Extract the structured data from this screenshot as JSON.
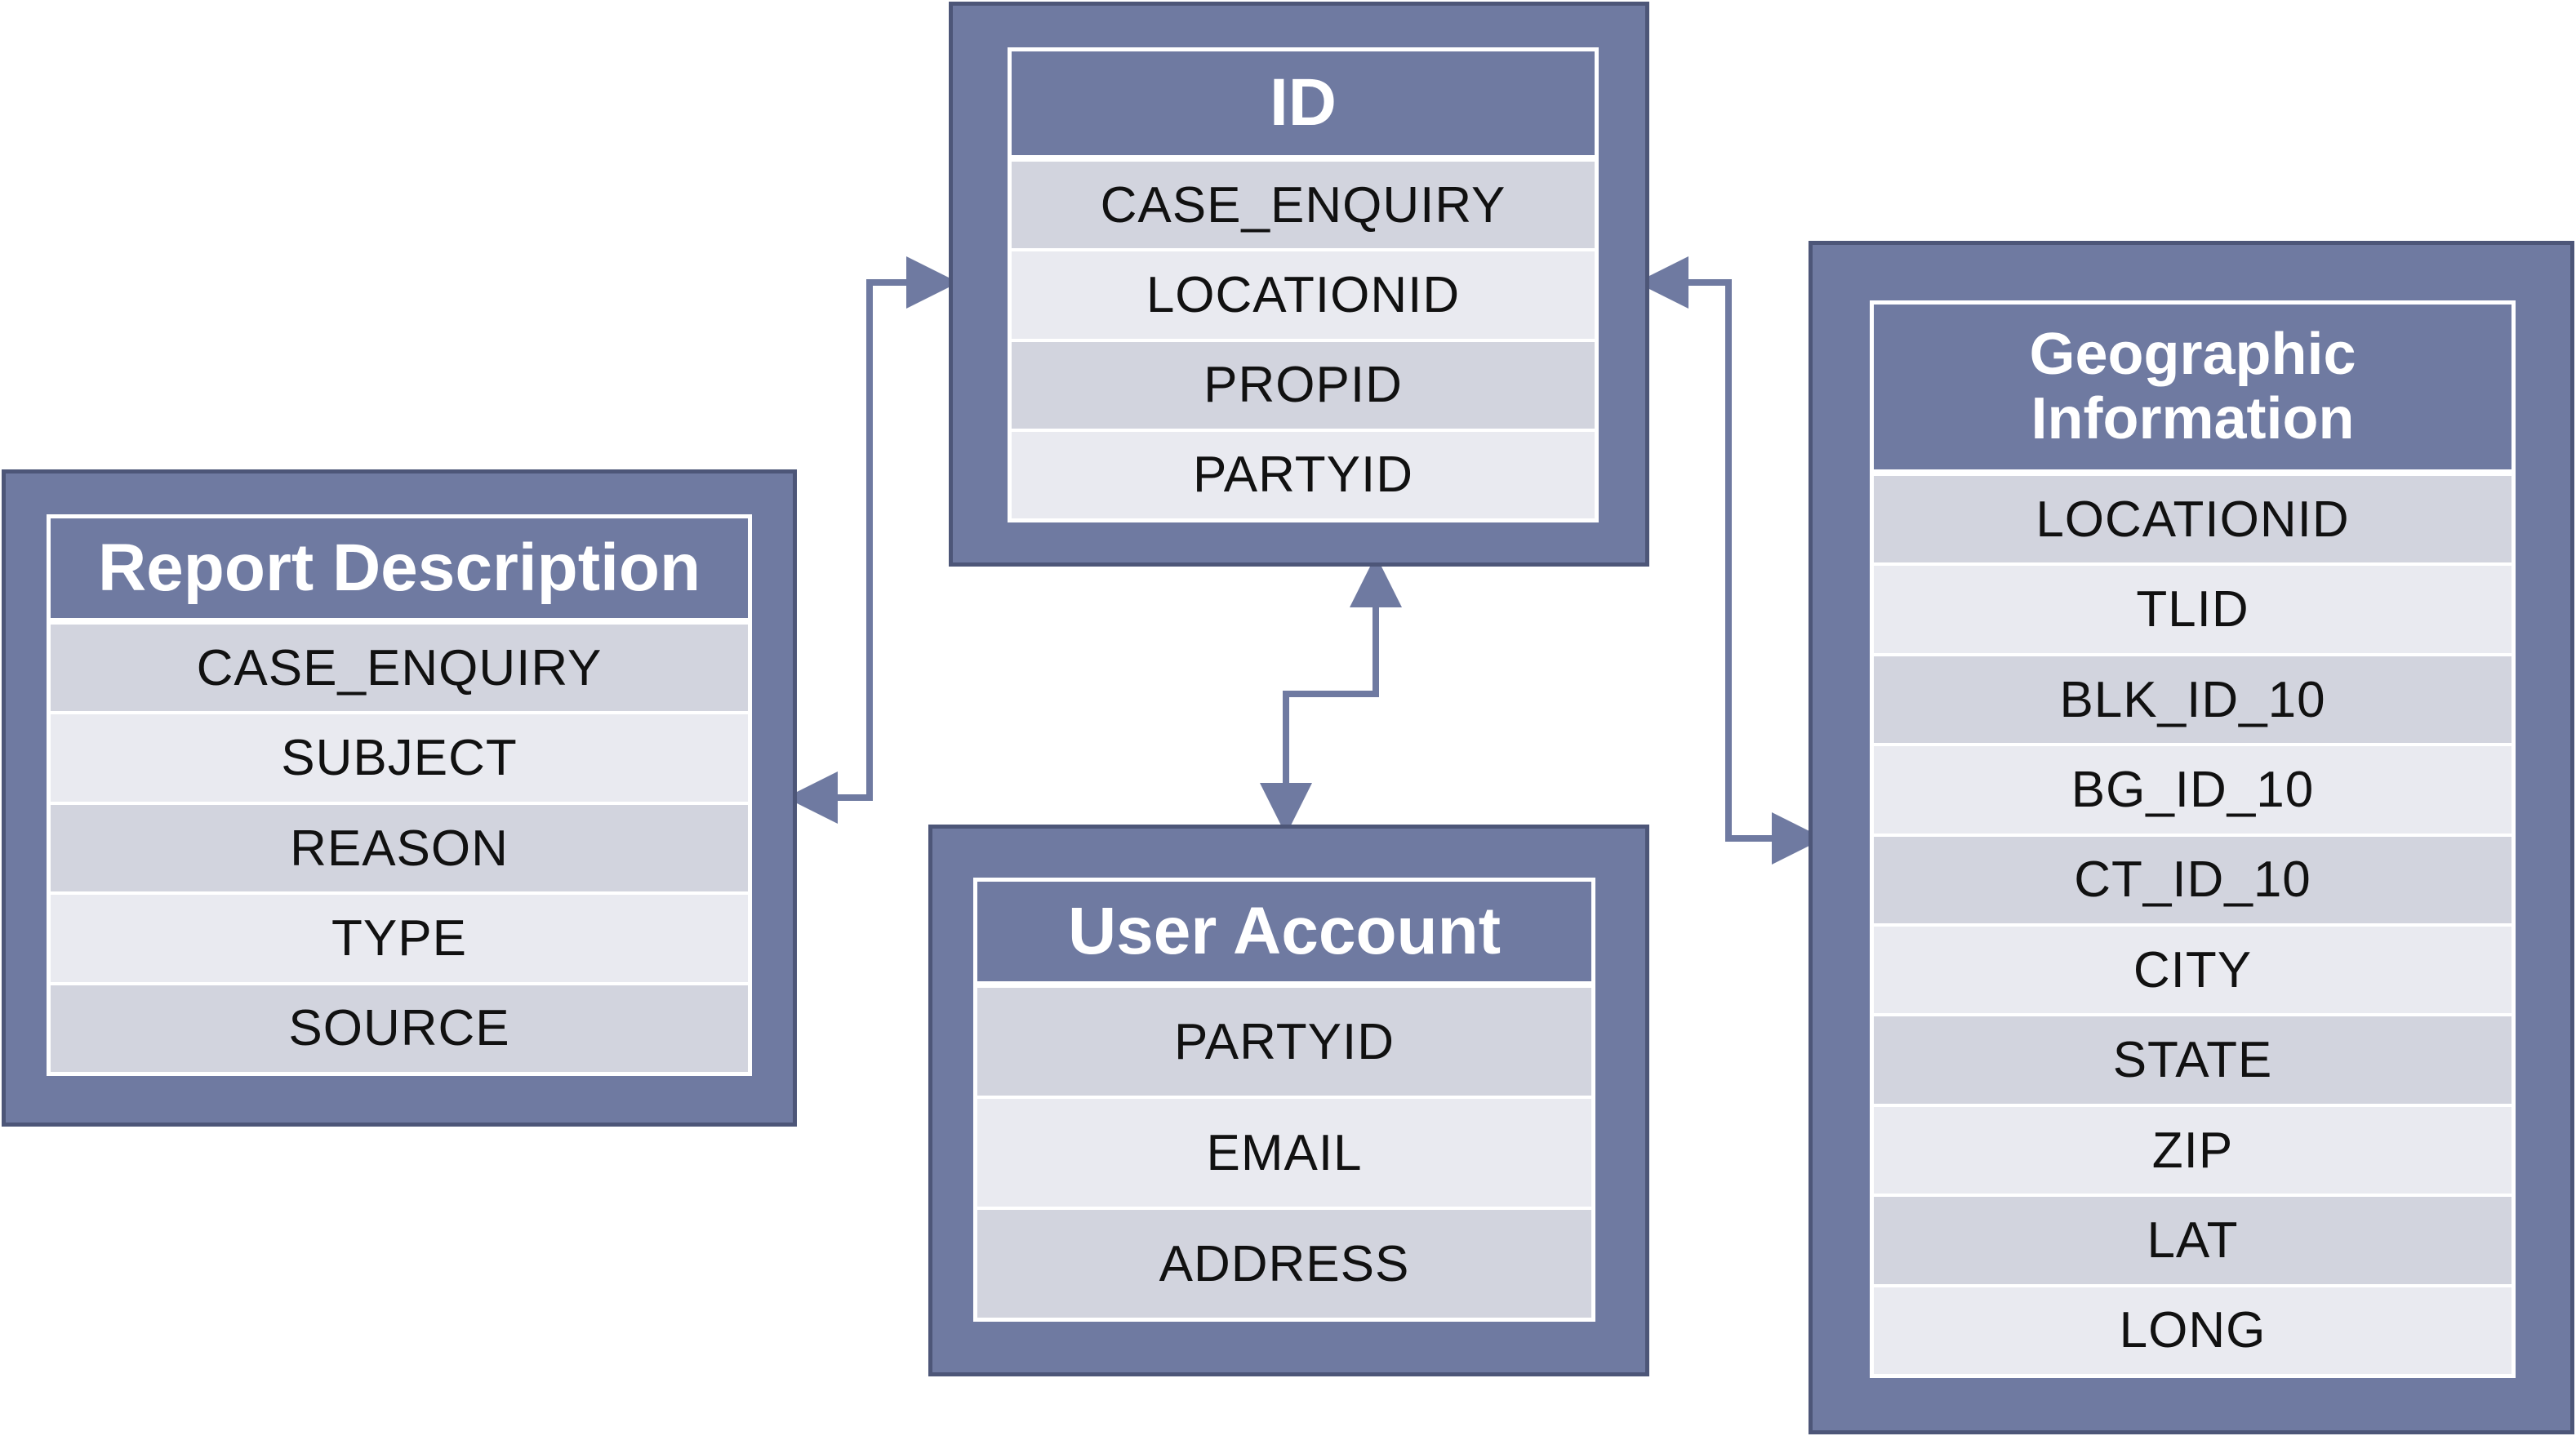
{
  "entities": {
    "id": {
      "title": "ID",
      "fields": [
        "CASE_ENQUIRY",
        "LOCATIONID",
        "PROPID",
        "PARTYID"
      ]
    },
    "report": {
      "title": "Report Description",
      "fields": [
        "CASE_ENQUIRY",
        "SUBJECT",
        "REASON",
        "TYPE",
        "SOURCE"
      ]
    },
    "user": {
      "title": "User Account",
      "fields": [
        "PARTYID",
        "EMAIL",
        "ADDRESS"
      ]
    },
    "geo": {
      "title": "Geographic Information",
      "fields": [
        "LOCATIONID",
        "TLID",
        "BLK_ID_10",
        "BG_ID_10",
        "CT_ID_10",
        "CITY",
        "STATE",
        "ZIP",
        "LAT",
        "LONG"
      ]
    }
  },
  "colors": {
    "panel": "#6f7aa1",
    "panel_border": "#4d5678",
    "row_odd": "#d2d4de",
    "row_even": "#e9eaf0",
    "connector": "#6f7aa1"
  }
}
